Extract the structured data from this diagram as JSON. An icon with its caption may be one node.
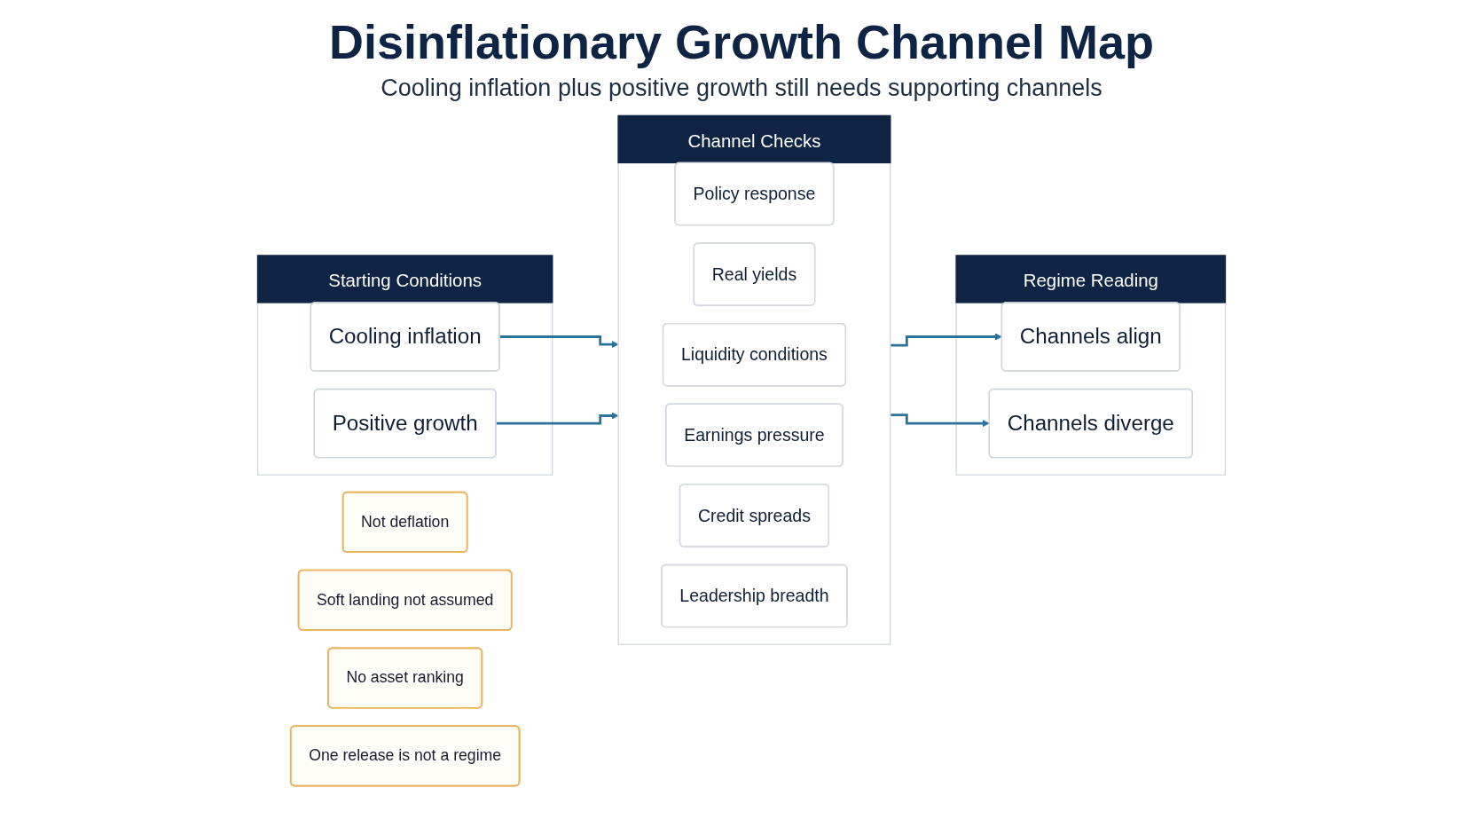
{
  "diagram": {
    "title": "Disinflationary Growth Channel Map",
    "nodes": [
      {
        "text": [
          "Starting Conditions"
        ]
      },
      {
        "text": [
          "Cooling inflation"
        ],
        "in": 0
      },
      {
        "text": [
          "Positive growth"
        ],
        "in": 0
      },
      {
        "text": [
          "Channel Checks"
        ]
      },
      {
        "text": [
          "Policy response"
        ],
        "in": 3
      },
      {
        "text": [
          "Real yields"
        ],
        "in": 3
      },
      {
        "text": [
          "Liquidity conditions"
        ],
        "in": 3
      },
      {
        "text": [
          "Earnings pressure"
        ],
        "in": 3
      },
      {
        "text": [
          "Credit spreads"
        ],
        "in": 3
      },
      {
        "text": [
          "Leadership breadth"
        ],
        "in": 3
      },
      {
        "text": [
          "Regime Reading"
        ]
      },
      {
        "text": [
          "Channels align"
        ],
        "in": 10
      },
      {
        "text": [
          "Channels diverge"
        ],
        "in": 10
      },
      {
        "text": [
          "Not deflation"
        ]
      },
      {
        "text": [
          "Soft landing not assumed"
        ]
      },
      {
        "text": [
          "No asset ranking"
        ]
      },
      {
        "text": [
          "One release is not a regime"
        ]
      }
    ],
    "edges": [
      {
        "from": 1,
        "to": 3,
        "arrow": "to"
      },
      {
        "from": 2,
        "to": 3,
        "arrow": "to"
      },
      {
        "from": 3,
        "to": 11,
        "arrow": "to"
      },
      {
        "from": 3,
        "to": 12,
        "arrow": "to"
      }
    ],
    "labels": [
      "Cooling inflation plus positive growth still needs supporting channels"
    ]
  }
}
